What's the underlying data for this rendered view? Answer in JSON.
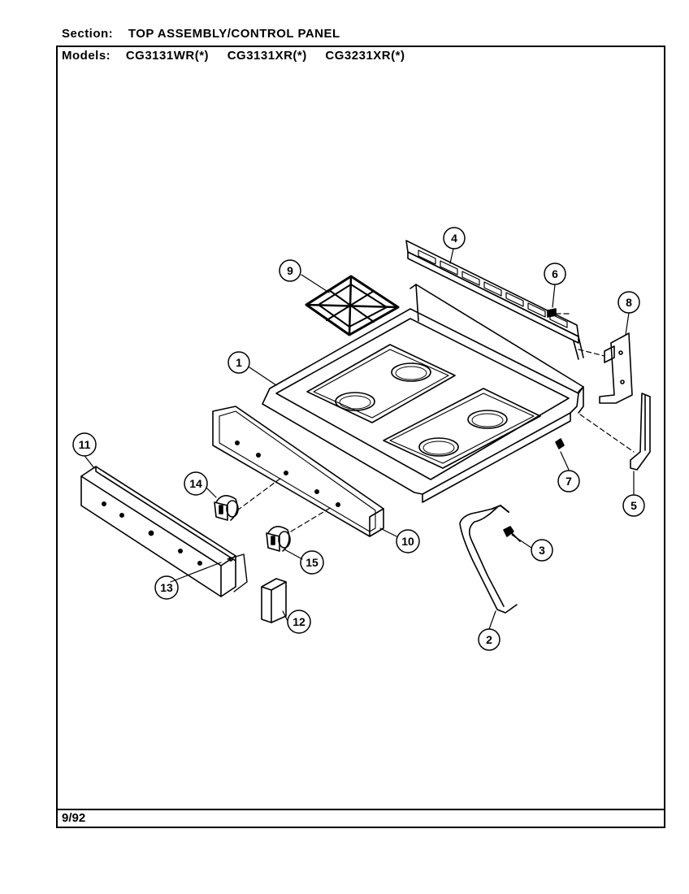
{
  "header": {
    "section_label": "Section:",
    "section_title": "TOP ASSEMBLY/CONTROL PANEL",
    "models_label": "Models:",
    "models": [
      "CG3131WR(*)",
      "CG3131XR(*)",
      "CG3231XR(*)"
    ]
  },
  "footer": {
    "date": "9/92"
  },
  "callouts": [
    "1",
    "2",
    "3",
    "4",
    "5",
    "6",
    "7",
    "8",
    "9",
    "10",
    "11",
    "12",
    "13",
    "14",
    "15"
  ]
}
